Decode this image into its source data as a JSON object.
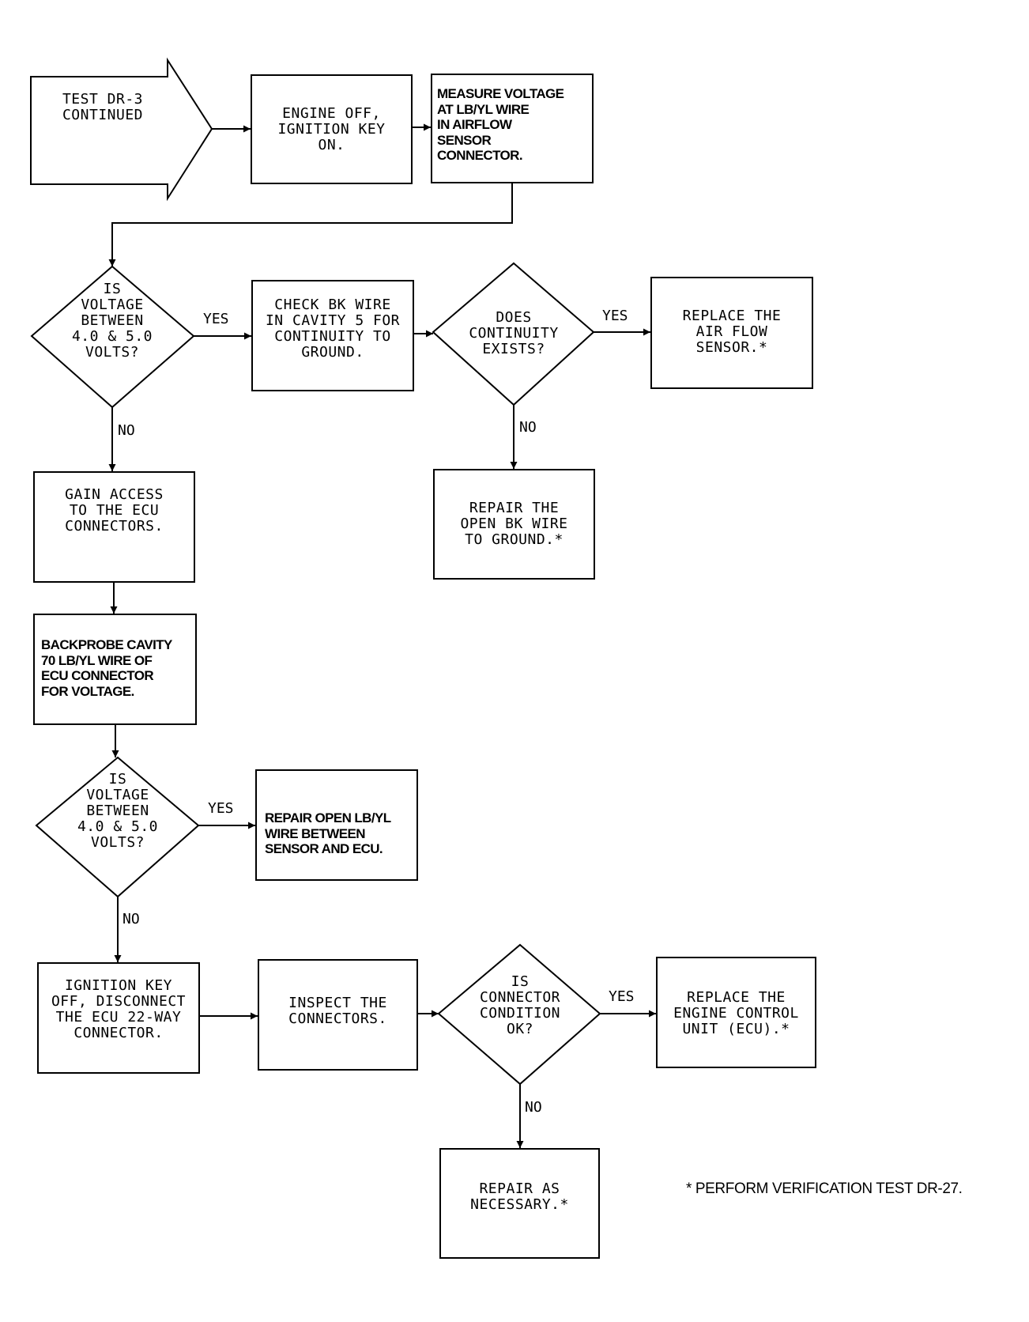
{
  "start": "TEST DR-3\nCONTINUED",
  "steps": {
    "engine_off": "ENGINE OFF,\nIGNITION KEY\nON.",
    "measure_voltage": "MEASURE VOLTAGE\nAT LB/YL WIRE\nIN AIRFLOW\nSENSOR\nCONNECTOR.",
    "check_bk_wire": "CHECK BK WIRE\nIN CAVITY 5 FOR\nCONTINUITY TO\nGROUND.",
    "replace_air_flow": "REPLACE THE\nAIR FLOW\nSENSOR.*",
    "repair_open_bk": "REPAIR THE\nOPEN BK WIRE\nTO GROUND.*",
    "gain_access": "GAIN ACCESS\nTO THE ECU\nCONNECTORS.",
    "backprobe": "BACKPROBE CAVITY\n70 LB/YL WIRE OF\nECU CONNECTOR\nFOR VOLTAGE.",
    "repair_open_lbyl": "REPAIR OPEN LB/YL\nWIRE BETWEEN\nSENSOR AND ECU.",
    "ignition_off": "IGNITION KEY\nOFF, DISCONNECT\nTHE ECU 22-WAY\nCONNECTOR.",
    "inspect": "INSPECT THE\nCONNECTORS.",
    "replace_ecu": "REPLACE THE\nENGINE CONTROL\nUNIT (ECU).*",
    "repair_as_necessary": "REPAIR AS\nNECESSARY.*"
  },
  "decisions": {
    "voltage_1": "IS\nVOLTAGE\nBETWEEN\n4.0 & 5.0\nVOLTS?",
    "continuity": "DOES\nCONTINUITY\nEXISTS?",
    "voltage_2": "IS\nVOLTAGE\nBETWEEN\n4.0 & 5.0\nVOLTS?",
    "connector_ok": "IS\nCONNECTOR\nCONDITION\nOK?"
  },
  "labels": {
    "yes": "YES",
    "no": "NO"
  },
  "footnote": "* PERFORM VERIFICATION TEST DR-27."
}
